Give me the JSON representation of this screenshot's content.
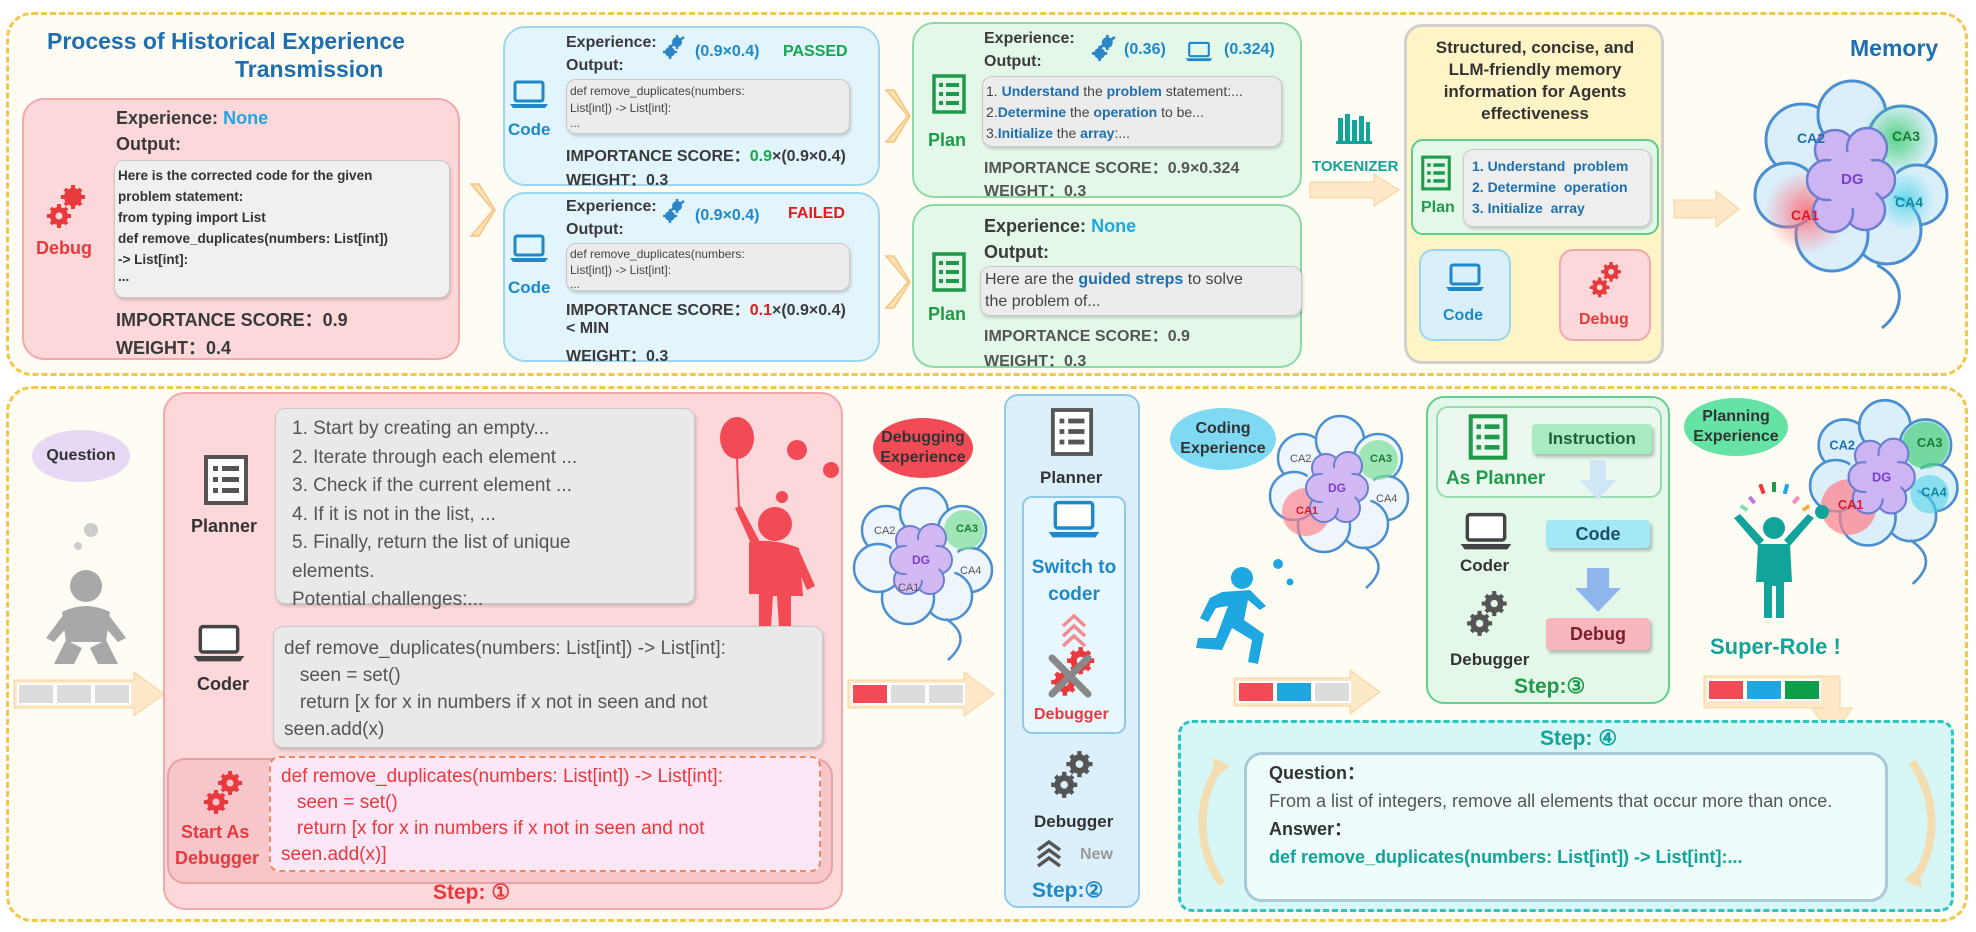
{
  "colors": {
    "memory_bg": "#fffdf3",
    "dashed_border": "#f2c84b",
    "debug_red": "#f24b55",
    "code_blue": "#1e88c8",
    "plan_green": "#1f9a4a",
    "teal": "#11a39a",
    "passed_green": "#12a84a",
    "failed_red": "#e01b1b"
  },
  "top": {
    "title_line1": "Process of Historical Experience",
    "title_line2": "Transmission",
    "memory_label": "Memory",
    "debug_card": {
      "icon_label": "Debug",
      "experience_key": "Experience:",
      "experience_val": "None",
      "output_key": "Output:",
      "output_lines": [
        "Here is the corrected code for the given",
        "problem statement:",
        "from typing import List",
        "def remove_duplicates(numbers: List[int])",
        "-> List[int]:",
        "..."
      ],
      "importance": "IMPORTANCE SCORE：0.9",
      "weight": "WEIGHT：0.4"
    },
    "code_passed": {
      "icon_label": "Code",
      "experience_key": "Experience:",
      "score_formula": "(0.9×0.4)",
      "status": "PASSED",
      "output_key": "Output:",
      "output_lines": [
        "def remove_duplicates(numbers:",
        "List[int]) -> List[int]:",
        "..."
      ],
      "importance_prefix": "IMPORTANCE SCORE：",
      "importance_num": "0.9",
      "importance_suffix": "×(0.9×0.4)",
      "weight": "WEIGHT：0.3"
    },
    "code_failed": {
      "icon_label": "Code",
      "experience_key": "Experience:",
      "score_formula": "(0.9×0.4)",
      "status": "FAILED",
      "output_key": "Output:",
      "output_lines": [
        "def remove_duplicates(numbers:",
        "List[int]) -> List[int]:",
        "..."
      ],
      "importance_prefix": "IMPORTANCE SCORE：",
      "importance_num": "0.1",
      "importance_suffix": "×(0.9×0.4)",
      "min_line": "< MIN",
      "weight": "WEIGHT：0.3"
    },
    "plan_a": {
      "icon_label": "Plan",
      "experience_key": "Experience:",
      "val1": "(0.36)",
      "val2": "(0.324)",
      "output_key": "Output:",
      "lines": [
        {
          "n": "1. ",
          "b1": "Understand",
          "m": " the ",
          "b2": "problem",
          "e": " statement:..."
        },
        {
          "n": "2.",
          "b1": "Determine",
          "m": " the ",
          "b2": "operation",
          "e": " to be..."
        },
        {
          "n": "3.",
          "b1": "Initialize",
          "m": " the ",
          "b2": "array",
          "e": ":..."
        }
      ],
      "importance": "IMPORTANCE SCORE：0.9×0.324",
      "weight": "WEIGHT：0.3"
    },
    "plan_b": {
      "icon_label": "Plan",
      "experience_key": "Experience:",
      "experience_val": "None",
      "output_key": "Output:",
      "line1_pre": "Here are the ",
      "line1_b": "guided streps",
      "line1_post": " to solve",
      "line2": "the problem of...",
      "importance": "IMPORTANCE SCORE：0.9",
      "weight": "WEIGHT：0.3"
    },
    "tokenizer": "TOKENIZER",
    "memory_card": {
      "title": "Structured, concise, and LLM-friendly memory information for Agents effectiveness",
      "plan_label": "Plan",
      "plan_items": [
        "1. Understand  problem",
        "2. Determine  operation",
        "3. Initialize  array"
      ],
      "code_label": "Code",
      "debug_label": "Debug"
    },
    "cloud": {
      "dg": "DG",
      "ca1": "CA1",
      "ca2": "CA2",
      "ca3": "CA3",
      "ca4": "CA4"
    }
  },
  "bottom": {
    "question_bubble": "Question",
    "step1": {
      "planner_label": "Planner",
      "planner_lines": [
        "1. Start by creating an empty...",
        "2. Iterate through each element ...",
        "3. Check if the current element ...",
        "4. If it is not in the list, ...",
        "5. Finally, return the list of unique",
        "elements.",
        "Potential challenges:..."
      ],
      "coder_label": "Coder",
      "coder_lines": [
        "def remove_duplicates(numbers: List[int]) -> List[int]:",
        "   seen = set()",
        "   return [x for x in numbers if x not in seen and not",
        "seen.add(x)"
      ],
      "debugger_label_1": "Start As",
      "debugger_label_2": "Debugger",
      "debug_lines": [
        "def remove_duplicates(numbers: List[int]) -> List[int]:",
        "   seen = set()",
        "   return [x for x in numbers if x not in seen and not",
        "seen.add(x)]"
      ],
      "step_label": "Step: ①"
    },
    "debugging_experience": "Debugging Experience",
    "step2": {
      "planner_label": "Planner",
      "switch_label": "Switch to coder",
      "debugger_red": "Debugger",
      "debugger": "Debugger",
      "new": "New",
      "step_label": "Step:②"
    },
    "coding_experience": "Coding Experience",
    "step3": {
      "instruction": "Instruction",
      "as_planner": "As Planner",
      "coder_label": "Coder",
      "code_box": "Code",
      "debugger_label": "Debugger",
      "debug_box": "Debug",
      "step_label": "Step:③"
    },
    "planning_experience": "Planning Experience",
    "super_role": "Super-Role !",
    "step4": {
      "step_label": "Step: ④",
      "question_key": "Question：",
      "question_text": "From a list of integers, remove all elements that occur more than once.",
      "answer_key": "Answer：",
      "answer_text": "def remove_duplicates(numbers: List[int]) -> List[int]:..."
    }
  }
}
